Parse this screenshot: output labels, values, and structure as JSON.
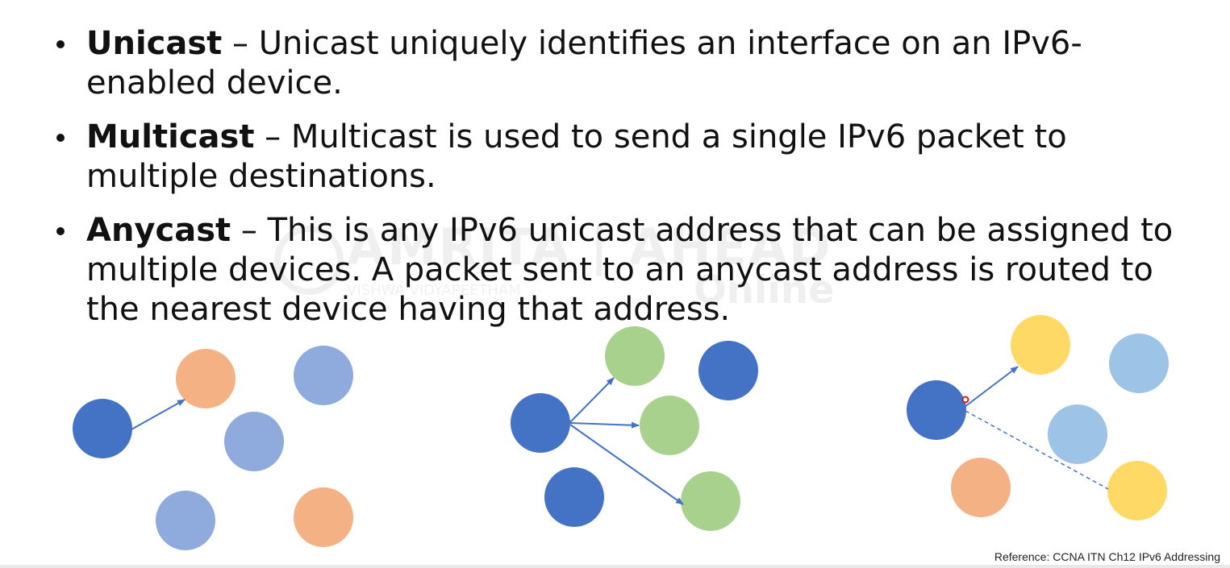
{
  "bullets": [
    {
      "term": "Unicast",
      "separator": " – ",
      "description": "Unicast uniquely identifies an interface on an IPv6-enabled device."
    },
    {
      "term": "Multicast",
      "separator": " – ",
      "description": "Multicast is used to send a single IPv6 packet to multiple destinations."
    },
    {
      "term": "Anycast",
      "separator": " – ",
      "description": "This is any IPv6 unicast address that can be assigned to multiple devices. A packet sent to an anycast address is routed to the nearest device having that address."
    }
  ],
  "reference": "Reference: CCNA ITN Ch12 IPv6 Addressing",
  "colors": {
    "source_blue": "#4472c4",
    "light_blue": "#8faadc",
    "orange": "#f4b183",
    "green": "#a9d18e",
    "yellow": "#ffd966",
    "pale_blue": "#9dc3e6",
    "arrow": "#4472c4",
    "text": "#111111"
  },
  "watermark": {
    "brand": "AMRITA | AHEAD",
    "subtitle": "VISHWA VIDYAPEETHAM",
    "online": "Online"
  }
}
